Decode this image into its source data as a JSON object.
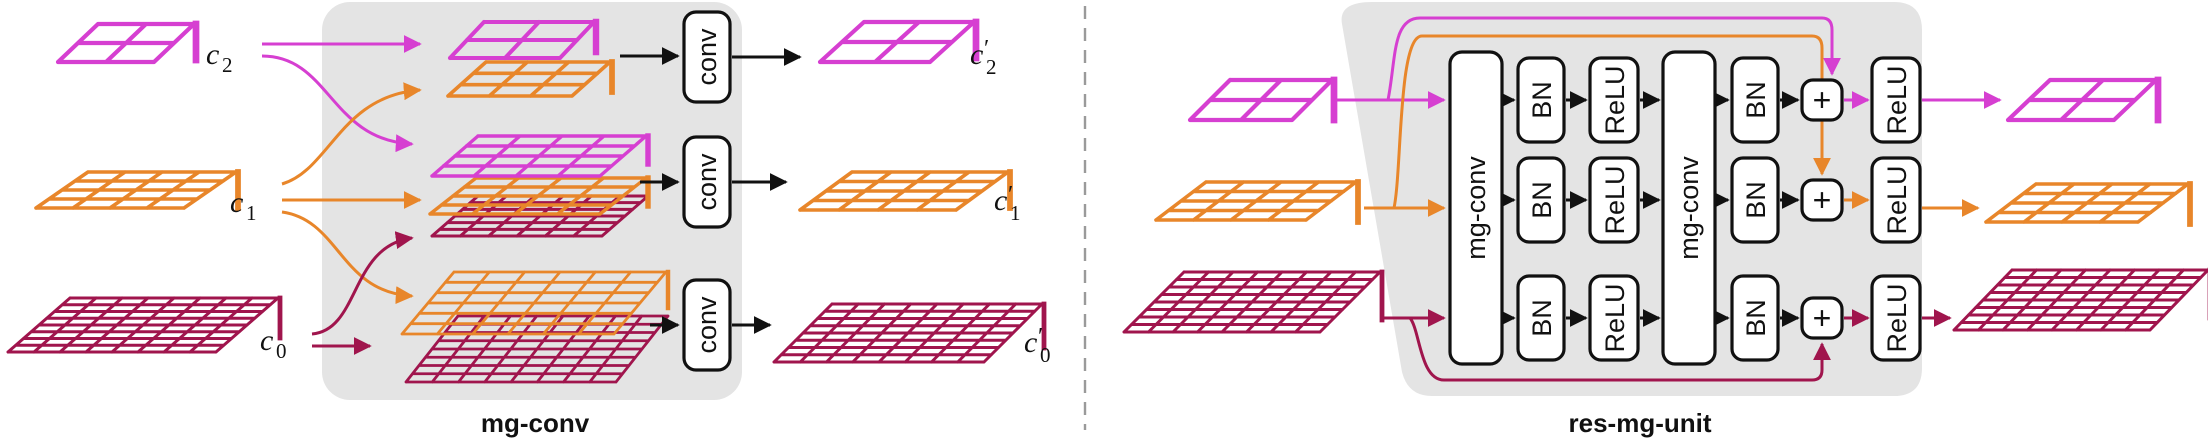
{
  "left": {
    "title": "mg-conv",
    "conv_label": "conv",
    "inputs": [
      {
        "base": "c",
        "sub": "2",
        "prime": ""
      },
      {
        "base": "c",
        "sub": "1",
        "prime": ""
      },
      {
        "base": "c",
        "sub": "0",
        "prime": ""
      }
    ],
    "outputs": [
      {
        "base": "c",
        "sub": "2",
        "prime": "′"
      },
      {
        "base": "c",
        "sub": "1",
        "prime": "′"
      },
      {
        "base": "c",
        "sub": "0",
        "prime": "′"
      }
    ]
  },
  "right": {
    "title": "res-mg-unit",
    "mgconv_label": "mg-conv",
    "bn_label": "BN",
    "relu_label": "ReLU",
    "add_label": "+"
  },
  "colors": {
    "level2": "#d63fd1",
    "level1": "#e8862a",
    "level0": "#a0154d",
    "panel": "#e4e4e4",
    "line": "#111111",
    "divider": "#9a9a9a"
  }
}
